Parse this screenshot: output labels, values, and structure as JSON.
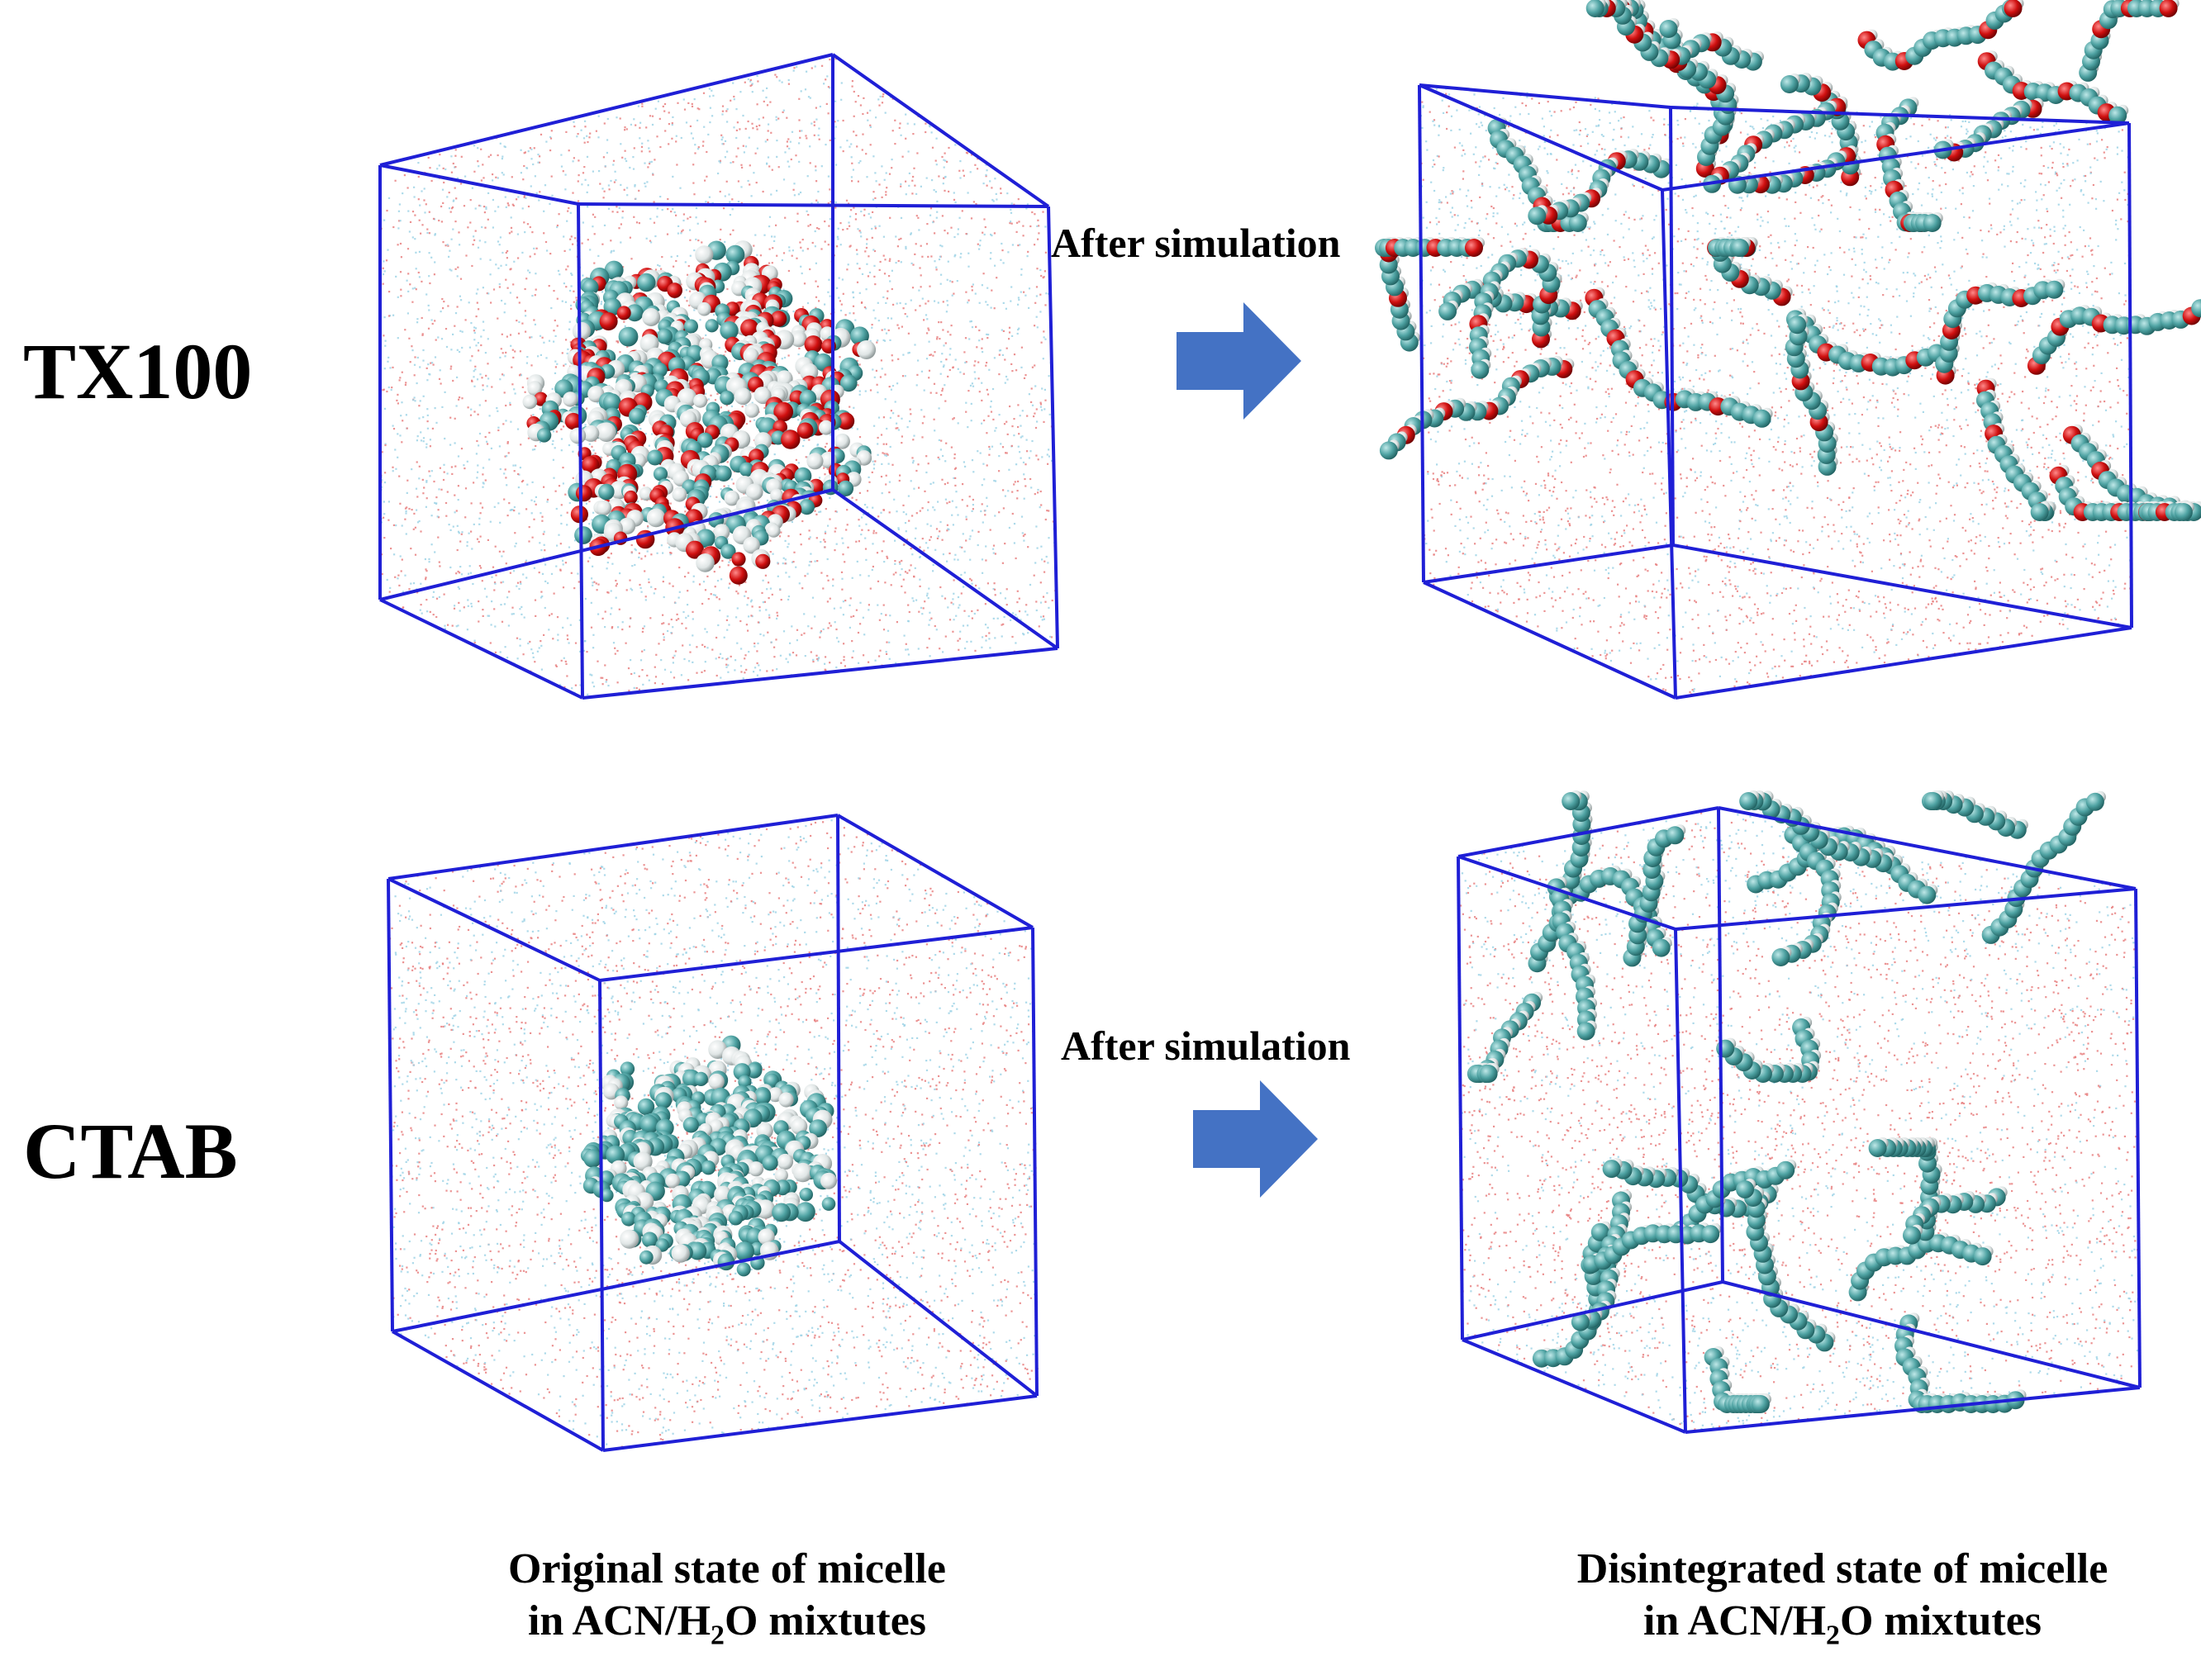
{
  "rows": [
    {
      "label": "TX100",
      "arrow_label": "After simulation"
    },
    {
      "label": "CTAB",
      "arrow_label": "After simulation"
    }
  ],
  "captions": {
    "left": {
      "line1": "Original state of micelle",
      "line2_pre": "in ACN/H",
      "line2_sub": "2",
      "line2_post": "O mixtutes"
    },
    "right": {
      "line1": "Disintegrated state of micelle",
      "line2_pre": "in ACN/H",
      "line2_sub": "2",
      "line2_post": "O mixtutes"
    }
  },
  "colors": {
    "box_edge": "#1f1fd6",
    "arrow": "#4472c4",
    "acn_dots": "#9fd3e6",
    "water_dots": "#e88080",
    "carbon": "#4fa3a3",
    "hydrogen": "#e8ecec",
    "oxygen": "#d01010"
  }
}
